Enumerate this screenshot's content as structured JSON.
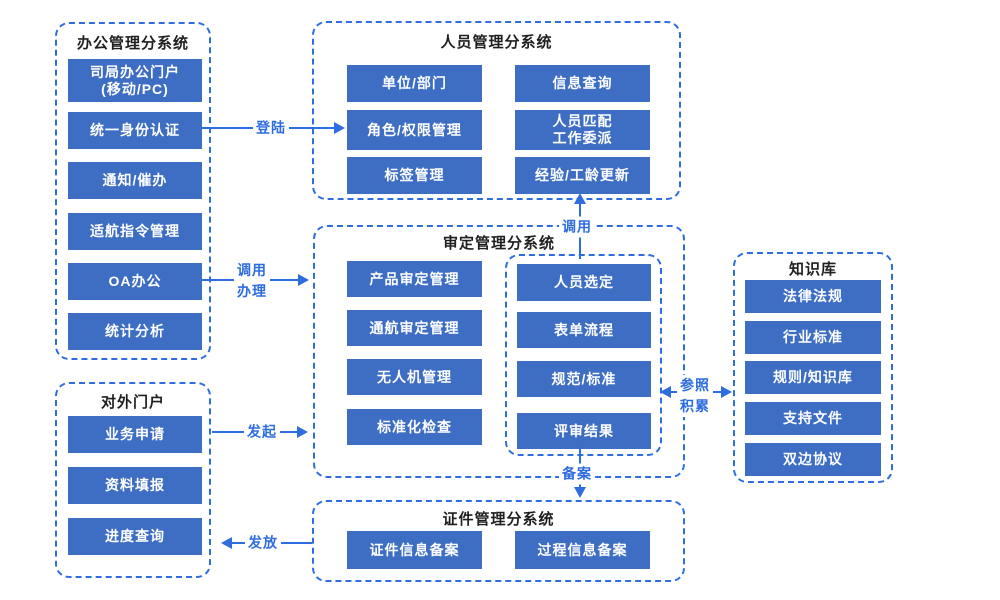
{
  "colors": {
    "line": "#2e6de0",
    "box_fill": "#3d6ec4",
    "title_text": "#1f1f1f",
    "node_text": "#ffffff",
    "background": "#ffffff"
  },
  "office": {
    "title": "办公管理分系统",
    "items": [
      "司局办公门户\n(移动/PC)",
      "统一身份认证",
      "通知/催办",
      "适航指令管理",
      "OA办公",
      "统计分析"
    ]
  },
  "external": {
    "title": "对外门户",
    "items": [
      "业务申请",
      "资料填报",
      "进度查询"
    ]
  },
  "personnel": {
    "title": "人员管理分系统",
    "col1": [
      "单位/部门",
      "角色/权限管理",
      "标签管理"
    ],
    "col2": [
      "信息查询",
      "人员匹配\n工作委派",
      "经验/工龄更新"
    ]
  },
  "certification": {
    "title": "审定管理分系统",
    "col1": [
      "产品审定管理",
      "通航审定管理",
      "无人机管理",
      "标准化检查"
    ],
    "inner": [
      "人员选定",
      "表单流程",
      "规范/标准",
      "评审结果"
    ]
  },
  "knowledge": {
    "title": "知识库",
    "items": [
      "法律法规",
      "行业标准",
      "规则/知识库",
      "支持文件",
      "双边协议"
    ]
  },
  "certificate": {
    "title": "证件管理分系统",
    "items": [
      "证件信息备案",
      "过程信息备案"
    ]
  },
  "arrows": {
    "login": "登陆",
    "invoke_handle": "调用\n办理",
    "personnel_invoke": "调用",
    "initiate": "发起",
    "issue": "发放",
    "record": "备案",
    "reference": "参照\n积累"
  }
}
